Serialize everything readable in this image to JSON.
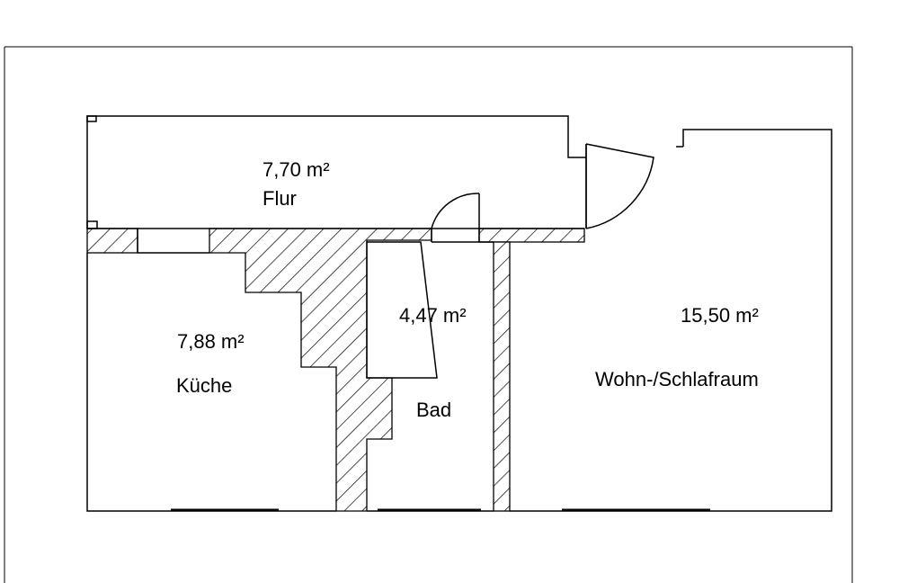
{
  "rooms": {
    "flur": {
      "area": "7,70 m²",
      "name": "Flur"
    },
    "kueche": {
      "area": "7,88 m²",
      "name": "Küche"
    },
    "bad": {
      "area": "4,47 m²",
      "name": "Bad"
    },
    "wohnraum": {
      "area": "15,50 m²",
      "name": "Wohn-/Schlafraum"
    }
  }
}
